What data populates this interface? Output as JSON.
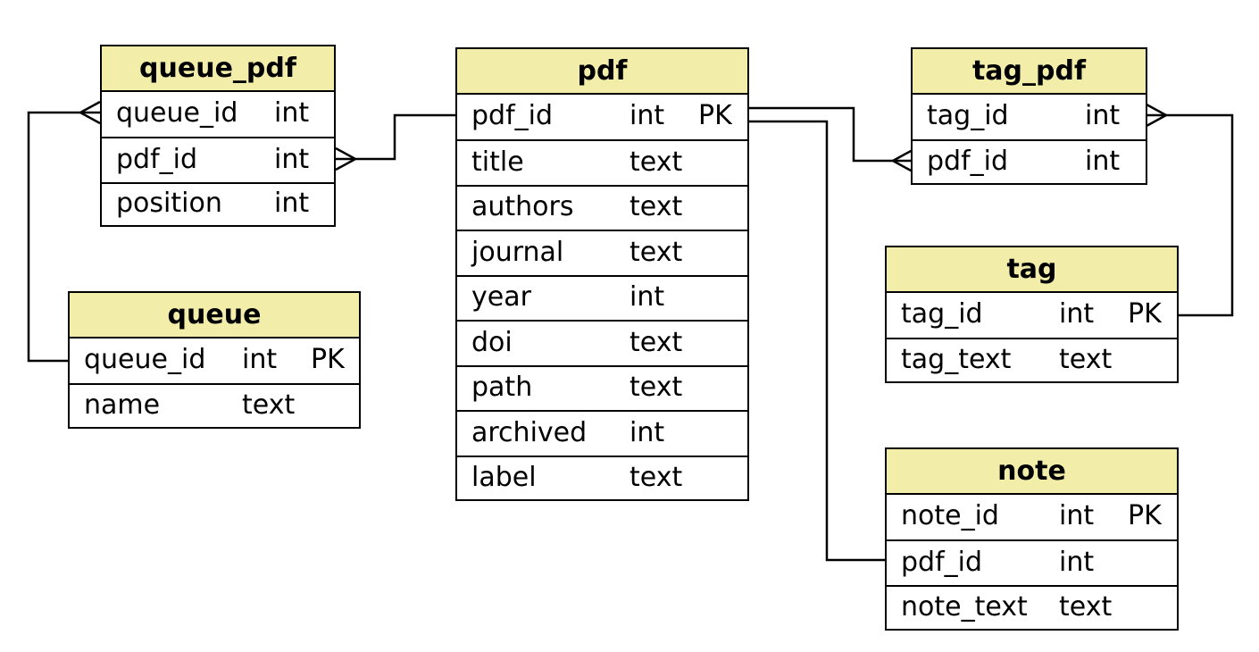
{
  "colors": {
    "header_fill": "#f2eeaa",
    "line": "#000000",
    "background": "#ffffff"
  },
  "tables": {
    "queue_pdf": {
      "name": "queue_pdf",
      "columns": [
        {
          "field": "queue_id",
          "type": "int",
          "key": ""
        },
        {
          "field": "pdf_id",
          "type": "int",
          "key": ""
        },
        {
          "field": "position",
          "type": "int",
          "key": ""
        }
      ]
    },
    "queue": {
      "name": "queue",
      "columns": [
        {
          "field": "queue_id",
          "type": "int",
          "key": "PK"
        },
        {
          "field": "name",
          "type": "text",
          "key": ""
        }
      ]
    },
    "pdf": {
      "name": "pdf",
      "columns": [
        {
          "field": "pdf_id",
          "type": "int",
          "key": "PK"
        },
        {
          "field": "title",
          "type": "text",
          "key": ""
        },
        {
          "field": "authors",
          "type": "text",
          "key": ""
        },
        {
          "field": "journal",
          "type": "text",
          "key": ""
        },
        {
          "field": "year",
          "type": "int",
          "key": ""
        },
        {
          "field": "doi",
          "type": "text",
          "key": ""
        },
        {
          "field": "path",
          "type": "text",
          "key": ""
        },
        {
          "field": "archived",
          "type": "int",
          "key": ""
        },
        {
          "field": "label",
          "type": "text",
          "key": ""
        }
      ]
    },
    "tag_pdf": {
      "name": "tag_pdf",
      "columns": [
        {
          "field": "tag_id",
          "type": "int",
          "key": ""
        },
        {
          "field": "pdf_id",
          "type": "int",
          "key": ""
        }
      ]
    },
    "tag": {
      "name": "tag",
      "columns": [
        {
          "field": "tag_id",
          "type": "int",
          "key": "PK"
        },
        {
          "field": "tag_text",
          "type": "text",
          "key": ""
        }
      ]
    },
    "note": {
      "name": "note",
      "columns": [
        {
          "field": "note_id",
          "type": "int",
          "key": "PK"
        },
        {
          "field": "pdf_id",
          "type": "int",
          "key": ""
        },
        {
          "field": "note_text",
          "type": "text",
          "key": ""
        }
      ]
    }
  },
  "relationships": [
    {
      "from": "queue.queue_id",
      "to": "queue_pdf.queue_id",
      "cardinality": "one-to-many"
    },
    {
      "from": "pdf.pdf_id",
      "to": "queue_pdf.pdf_id",
      "cardinality": "one-to-many"
    },
    {
      "from": "pdf.pdf_id",
      "to": "tag_pdf.pdf_id",
      "cardinality": "one-to-many"
    },
    {
      "from": "tag.tag_id",
      "to": "tag_pdf.tag_id",
      "cardinality": "one-to-many"
    },
    {
      "from": "pdf.pdf_id",
      "to": "note.pdf_id",
      "cardinality": "one-to-many"
    }
  ]
}
